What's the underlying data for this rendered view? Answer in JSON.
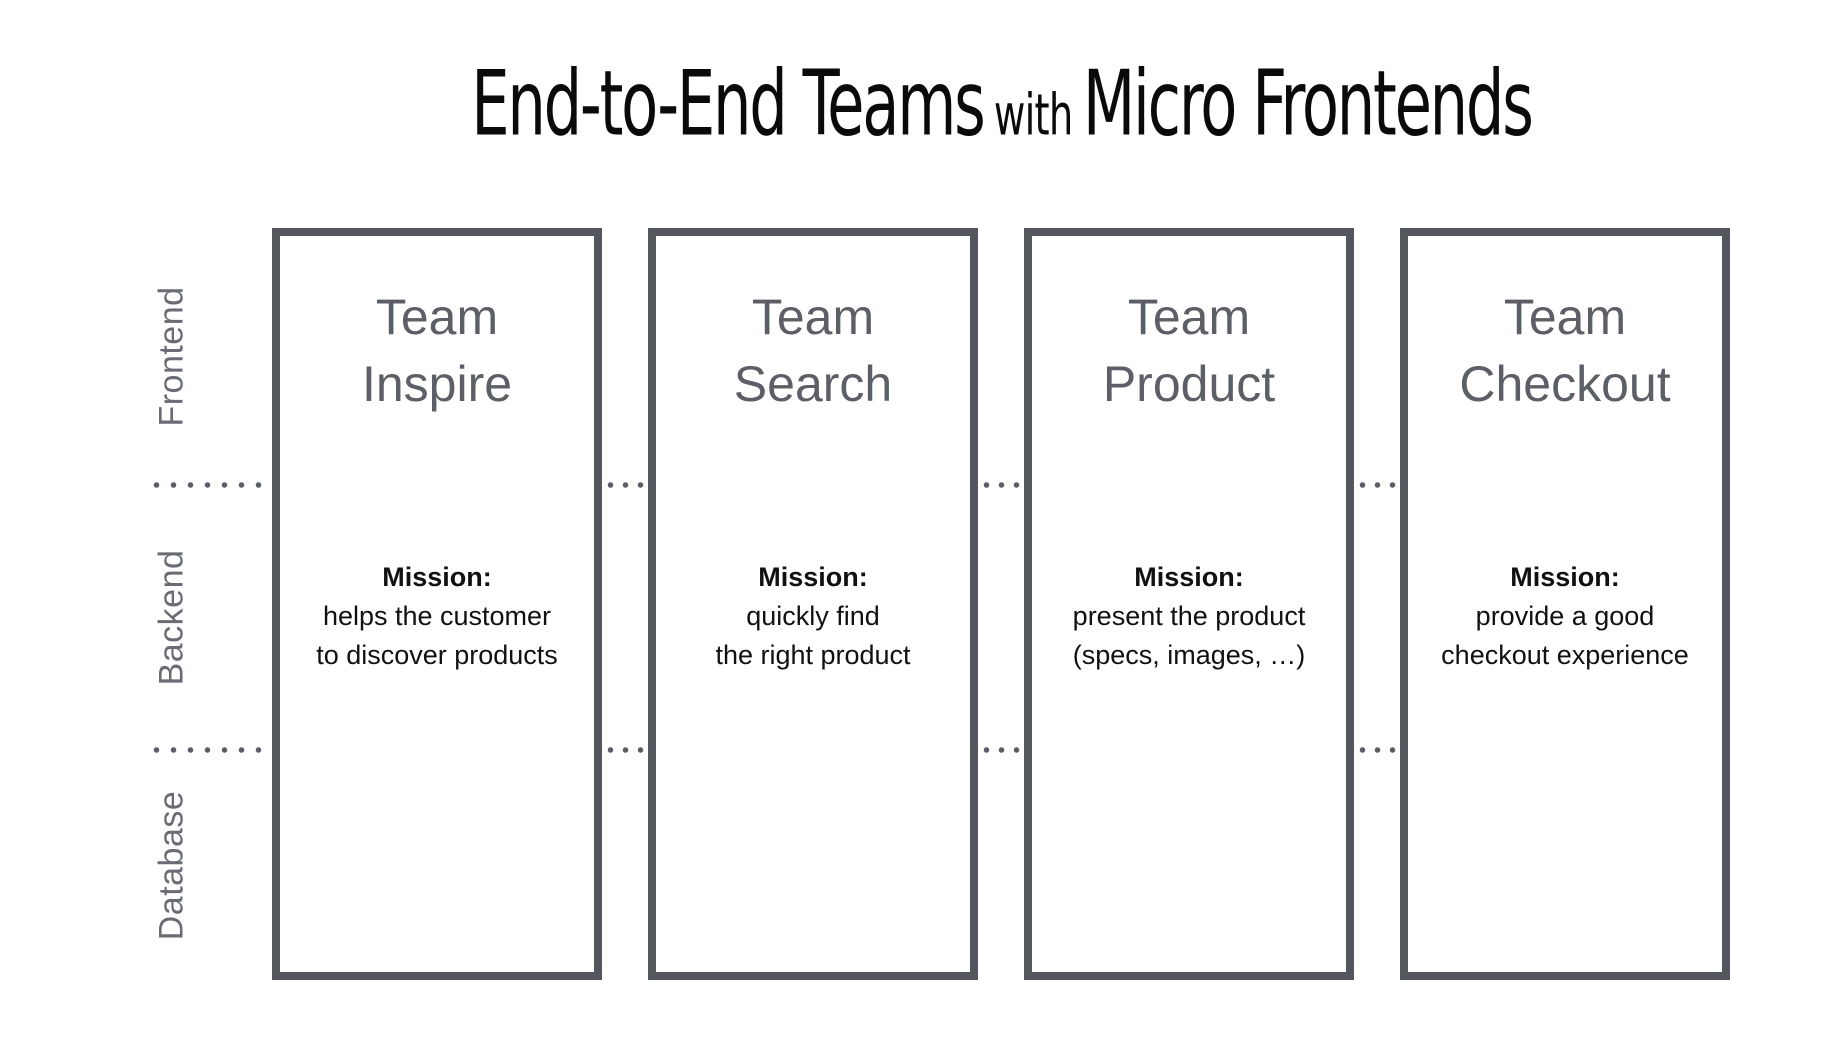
{
  "title": {
    "main_start": "End-to-End Teams",
    "connector": "with",
    "main_end": "Micro Frontends"
  },
  "layer_labels": [
    "Frontend",
    "Backend",
    "Database"
  ],
  "teams": [
    {
      "name_lines": [
        "Team",
        "Inspire"
      ],
      "mission_label": "Mission:",
      "mission_lines": [
        "helps the customer",
        "to discover products"
      ]
    },
    {
      "name_lines": [
        "Team",
        "Search"
      ],
      "mission_label": "Mission:",
      "mission_lines": [
        "quickly find",
        "the right product"
      ]
    },
    {
      "name_lines": [
        "Team",
        "Product"
      ],
      "mission_label": "Mission:",
      "mission_lines": [
        "present the product",
        "(specs, images, …)"
      ]
    },
    {
      "name_lines": [
        "Team",
        "Checkout"
      ],
      "mission_label": "Mission:",
      "mission_lines": [
        "provide a good",
        "checkout experience"
      ]
    }
  ],
  "colors": {
    "background": "#FFFFFF",
    "box_border": "#54575D",
    "team_name_text": "#5C6066",
    "layer_label_text": "#696D73",
    "dots": "#5A5E64",
    "mission_text": "#111111",
    "title_text": "#0A0A0A"
  }
}
